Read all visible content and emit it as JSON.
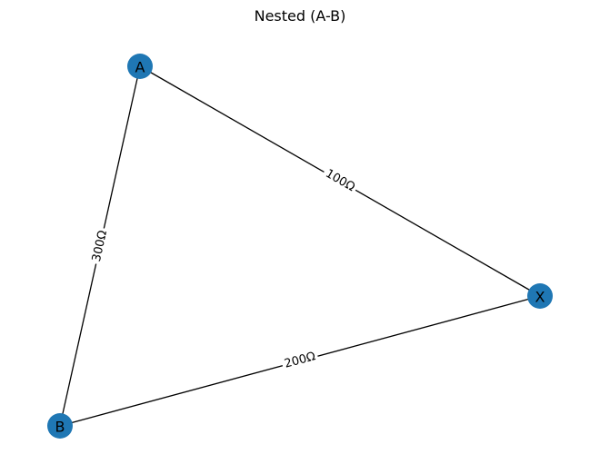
{
  "diagram": {
    "title": "Nested (A-B)",
    "node_color": "#1f77b4",
    "edge_color": "#000000",
    "nodes": [
      {
        "id": "A",
        "label": "A"
      },
      {
        "id": "B",
        "label": "B"
      },
      {
        "id": "X",
        "label": "X"
      }
    ],
    "edges": [
      {
        "from": "A",
        "to": "X",
        "label": "100Ω"
      },
      {
        "from": "B",
        "to": "X",
        "label": "200Ω"
      },
      {
        "from": "A",
        "to": "B",
        "label": "300Ω"
      }
    ]
  }
}
